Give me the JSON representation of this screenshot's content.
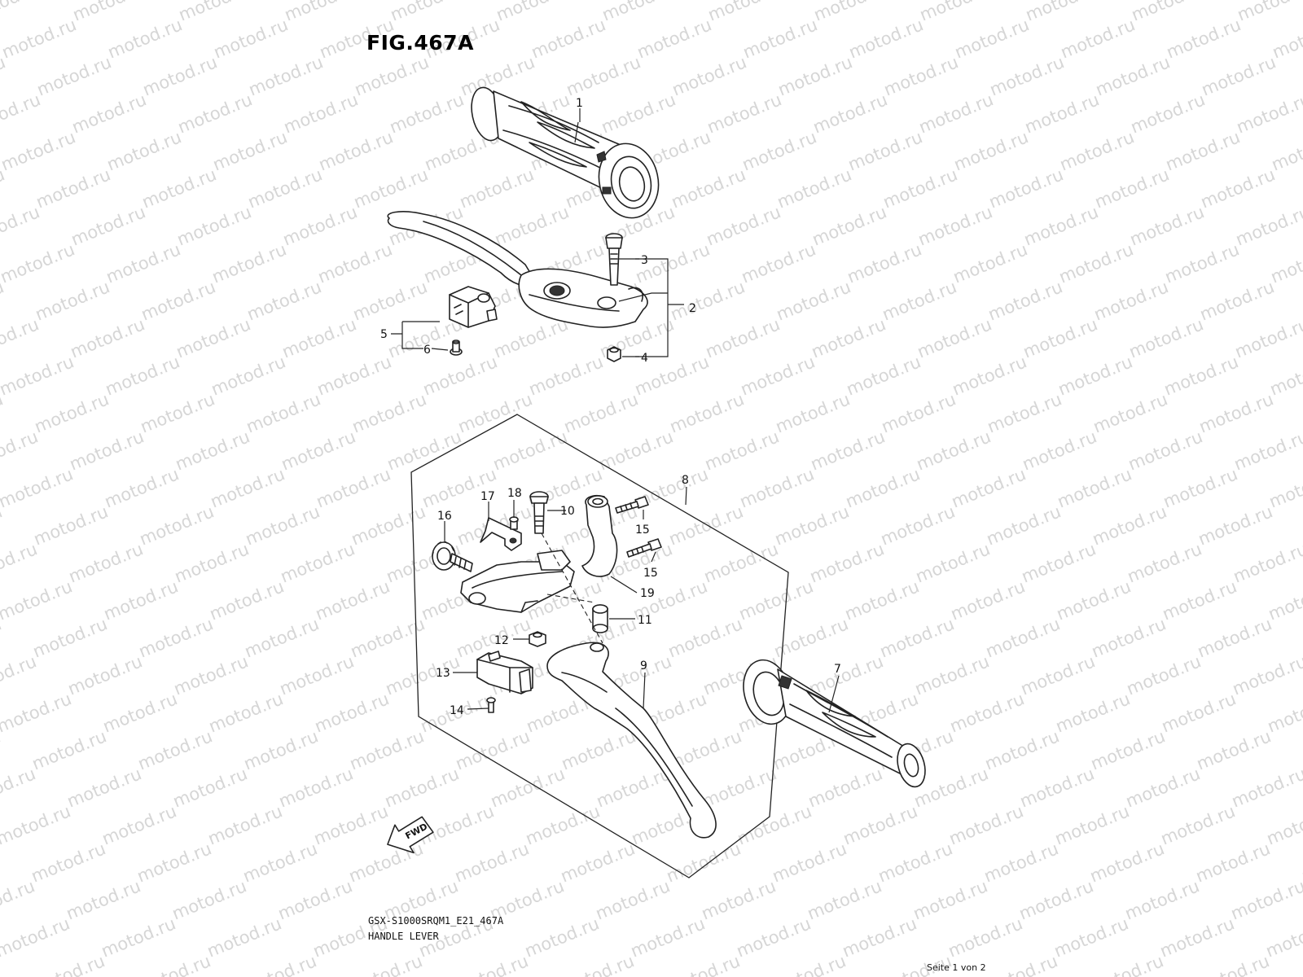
{
  "figure": {
    "title": "FIG.467A",
    "model_code": "GSX-S1000SRQM1_E21_467A",
    "part_name": "HANDLE LEVER",
    "page_info": "Seite 1 von 2",
    "watermark": "motod.ru",
    "fwd_label": "FWD"
  },
  "callouts": [
    {
      "id": "1",
      "label": "1"
    },
    {
      "id": "2",
      "label": "2"
    },
    {
      "id": "3",
      "label": "3"
    },
    {
      "id": "4",
      "label": "4"
    },
    {
      "id": "5",
      "label": "5"
    },
    {
      "id": "6",
      "label": "6"
    },
    {
      "id": "7",
      "label": "7"
    },
    {
      "id": "8",
      "label": "8"
    },
    {
      "id": "9",
      "label": "9"
    },
    {
      "id": "10",
      "label": "10"
    },
    {
      "id": "11",
      "label": "11"
    },
    {
      "id": "12",
      "label": "12"
    },
    {
      "id": "13",
      "label": "13"
    },
    {
      "id": "14",
      "label": "14"
    },
    {
      "id": "15a",
      "label": "15"
    },
    {
      "id": "15b",
      "label": "15"
    },
    {
      "id": "16",
      "label": "16"
    },
    {
      "id": "17",
      "label": "17"
    },
    {
      "id": "18",
      "label": "18"
    },
    {
      "id": "19",
      "label": "19"
    }
  ]
}
